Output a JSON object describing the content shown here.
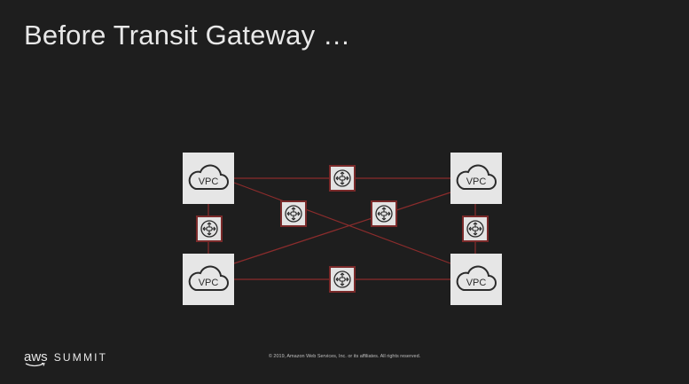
{
  "slide": {
    "title": "Before Transit Gateway …",
    "vpc_label": "VPC",
    "vpcs": [
      {
        "id": "top-left",
        "label": "VPC"
      },
      {
        "id": "top-right",
        "label": "VPC"
      },
      {
        "id": "bottom-left",
        "label": "VPC"
      },
      {
        "id": "bottom-right",
        "label": "VPC"
      }
    ],
    "colors": {
      "background": "#1e1e1e",
      "connection_line": "#8b2c2c",
      "box": "#e6e6e6",
      "icon": "#2b2b2b"
    }
  },
  "footer": {
    "logo_aws": "aws",
    "logo_summit": "SUMMIT",
    "copyright": "© 2019, Amazon Web Services, Inc. or its affiliates. All rights reserved."
  }
}
